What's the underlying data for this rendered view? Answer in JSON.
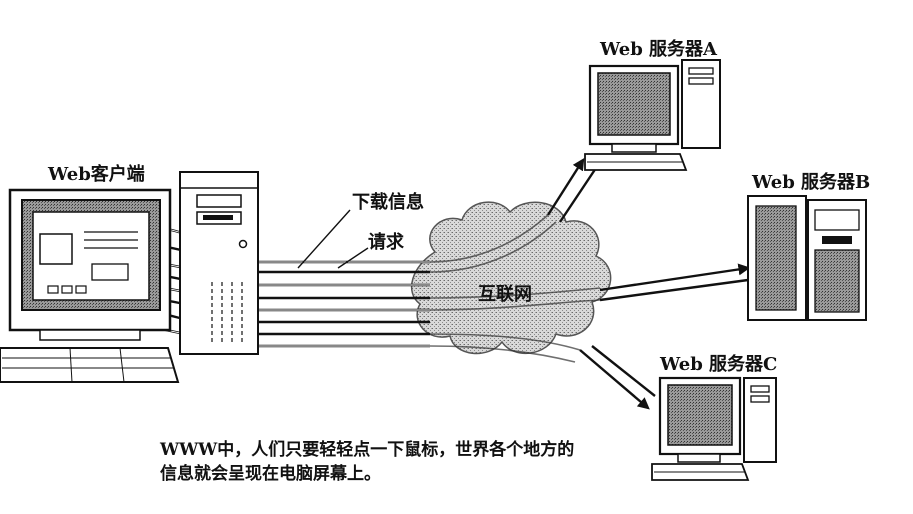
{
  "labels": {
    "client": "Web客户端",
    "server_a": "Web 服务器A",
    "server_b": "Web 服务器B",
    "server_c": "Web 服务器C",
    "download": "下载信息",
    "request": "请求",
    "internet": "互联网"
  },
  "caption": {
    "line1": "WWW中，人们只要轻轻点一下鼠标，世界各个地方的",
    "line2": "信息就会呈现在电脑屏幕上。"
  }
}
